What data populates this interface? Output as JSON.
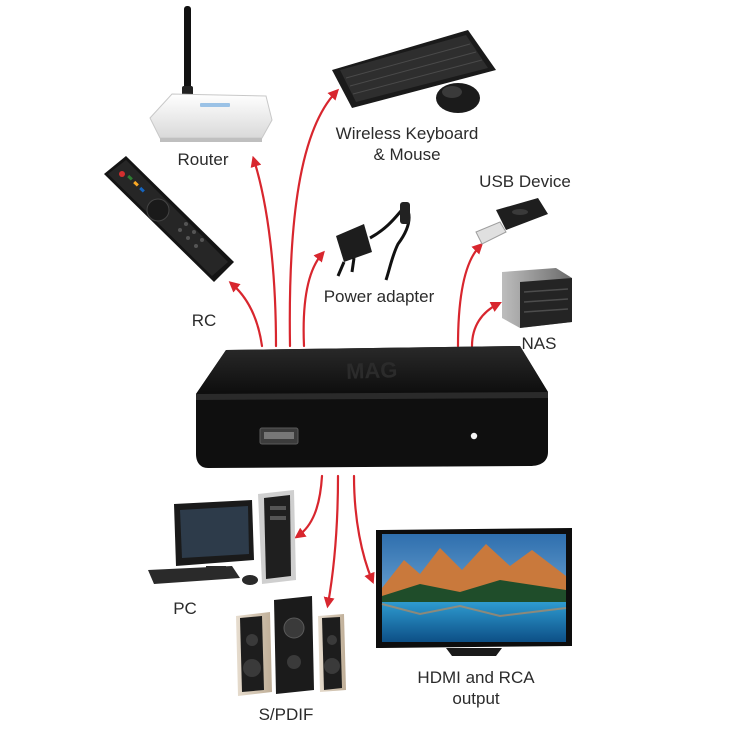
{
  "center": {
    "brand_logo": "MAG"
  },
  "devices": {
    "router": "Router",
    "keyboard": "Wireless Keyboard",
    "keyboard_line2": "& Mouse",
    "usb": "USB Device",
    "rc": "RC",
    "power": "Power adapter",
    "nas": "NAS",
    "pc": "PC",
    "spdif": "S/PDIF",
    "hdmi": "HDMI and RCA",
    "hdmi_line2": "output"
  },
  "colors": {
    "arrow": "#d8262e",
    "label": "#2b2b2b",
    "device_body": "#111111",
    "router_body": "#f2f2f2",
    "screen_sky": "#4a8fc9",
    "screen_mountain": "#c9793c",
    "screen_water": "#1f79b3"
  },
  "icons": [
    "wifi-router-icon",
    "keyboard-icon",
    "mouse-icon",
    "remote-control-icon",
    "power-adapter-icon",
    "usb-stick-icon",
    "nas-icon",
    "set-top-box-icon",
    "pc-icon",
    "speakers-icon",
    "tv-icon"
  ]
}
